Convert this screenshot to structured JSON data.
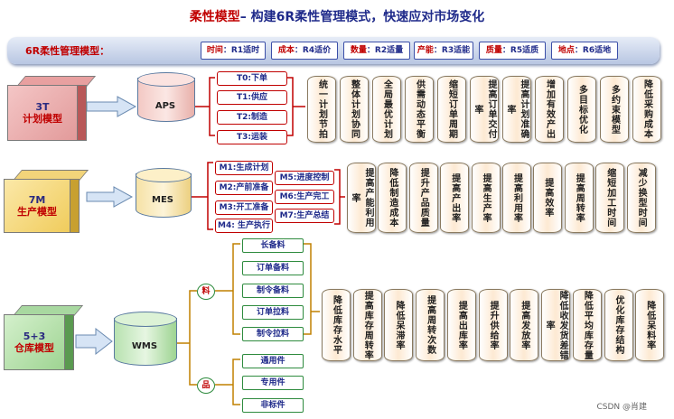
{
  "title": {
    "prefix": "柔性模型",
    "rest": "– 构建6R柔性管理模式，快速应对市场变化"
  },
  "banner": {
    "label": "6R柔性管理模型：",
    "tags": [
      {
        "key": "时间",
        "val": "：R1适时"
      },
      {
        "key": "成本",
        "val": "：R4适价"
      },
      {
        "key": "数量",
        "val": "：R2适量"
      },
      {
        "key": "产能",
        "val": "：R3适能"
      },
      {
        "key": "质量",
        "val": "：R5适质"
      },
      {
        "key": "地点",
        "val": "：R6适地"
      }
    ]
  },
  "rows": {
    "plan": {
      "cube_line1": "3T",
      "cube_line2": "计划模型",
      "system": "APS",
      "items": [
        "T0:下单",
        "T1:供应",
        "T2:制造",
        "T3:运装"
      ],
      "pills": [
        "统一计划节拍",
        "整体计划协同",
        "全局最优计划",
        "供需动态平衡",
        "缩短订单周期",
        "提高订单交付率",
        "提高计划准确率",
        "增加有效产出",
        "多目标优化",
        "多约束模型",
        "降低采购成本"
      ]
    },
    "produce": {
      "cube_line1": "7M",
      "cube_line2": "生产模型",
      "system": "MES",
      "items_left": [
        "M1:生成计划",
        "M2:产前准备",
        "M3:开工准备",
        "M4: 生产执行"
      ],
      "items_right": [
        "M5:进度控制",
        "M6:生产完工",
        "M7:生产总结"
      ],
      "pills": [
        "提高产能利用率",
        "降低制造成本",
        "提升产品质量",
        "提高产出率",
        "提高生产率",
        "提高利用率",
        "提高效率",
        "提高周转率",
        "缩短加工时间",
        "减少换型时间"
      ]
    },
    "stock": {
      "cube_line1": "5+3",
      "cube_line2": "仓库模型",
      "system": "WMS",
      "group1": "料",
      "group2": "品",
      "items1": [
        "长备料",
        "订单备料",
        "制令备料",
        "订单拉料",
        "制令拉料"
      ],
      "items2": [
        "通用件",
        "专用件",
        "非标件"
      ],
      "pills": [
        "降低库存水平",
        "提高库存周转率",
        "降低呆滞率",
        "提高周转次数",
        "提高出库率",
        "提升供给率",
        "提高发放率",
        "降低收发货差错率",
        "降低平均库存量",
        "优化库存结构",
        "降低呆料率"
      ]
    }
  },
  "footer": "CSDN @肖建",
  "colors": {
    "red": "#c00000",
    "navy": "#1f2a8a",
    "green": "#2e8b3e"
  }
}
